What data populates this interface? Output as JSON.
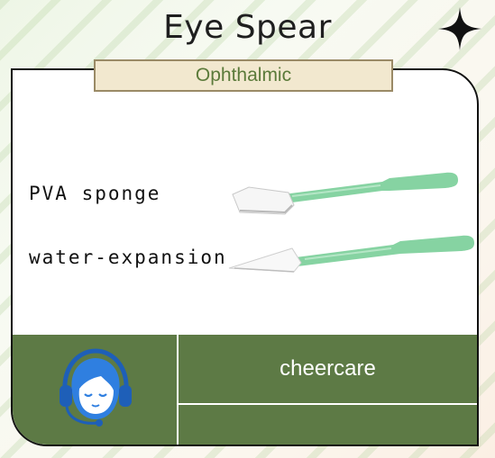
{
  "header": {
    "title": "Eye Spear"
  },
  "category": {
    "label": "Ophthalmic"
  },
  "products": [
    {
      "label": "PVA sponge",
      "icon": "spear-swab-icon"
    },
    {
      "label": "water-expansion",
      "icon": "spear-swab-icon"
    }
  ],
  "footer": {
    "brand": "cheercare",
    "icon": "customer-service-headset-icon"
  },
  "colors": {
    "accent_green": "#5d7a45",
    "handle_green": "#86d3a2",
    "tag_background": "#f2e8cf",
    "title_text": "#1f1f1f",
    "tag_text": "#5b7a3a"
  }
}
